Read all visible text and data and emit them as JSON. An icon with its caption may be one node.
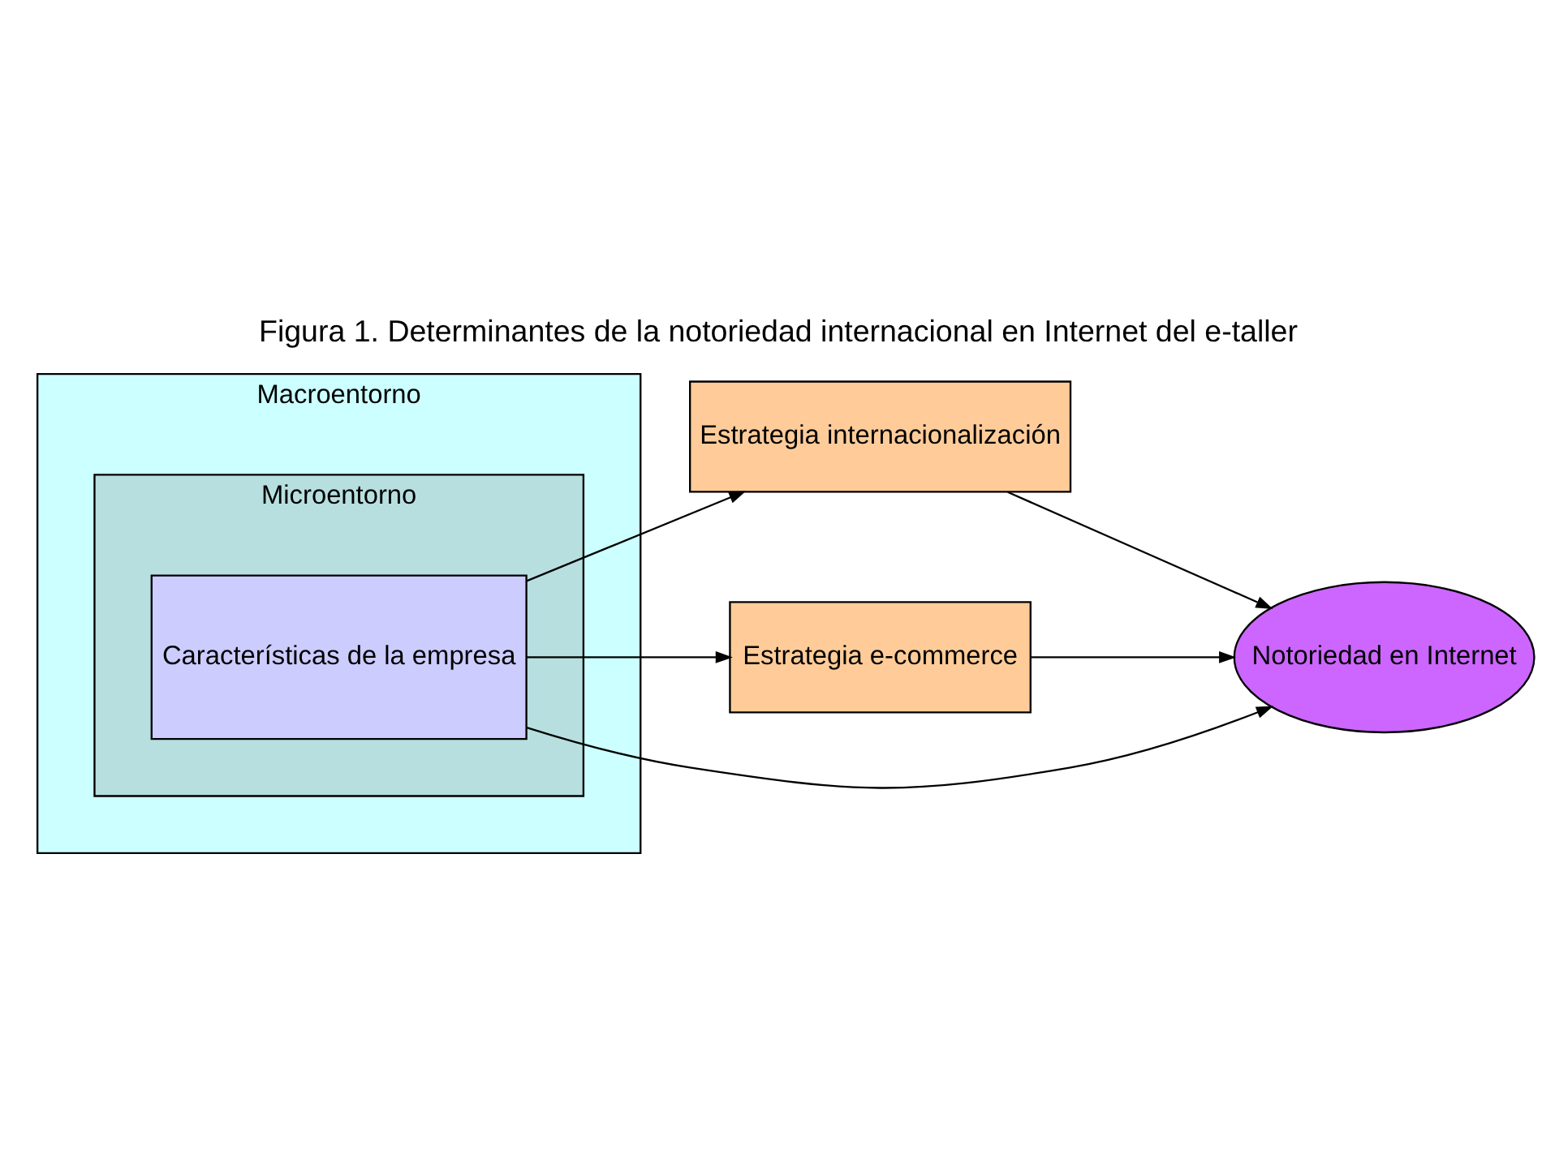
{
  "diagram": {
    "title": "Figura 1. Determinantes de la notoriedad internacional en Internet del e-taller",
    "nodes": [
      {
        "text": [
          "Macroentorno"
        ]
      },
      {
        "text": [
          "Microentorno"
        ],
        "in": 0
      },
      {
        "text": [
          "Características de la empresa"
        ],
        "in": 1
      },
      {
        "text": [
          "Estrategia internacionalización"
        ]
      },
      {
        "text": [
          "Estrategia e-commerce"
        ]
      },
      {
        "text": [
          "Notoriedad en Internet"
        ]
      }
    ],
    "edges": [
      {
        "from": 2,
        "to": 3,
        "arrow": "to"
      },
      {
        "from": 2,
        "to": 5,
        "arrow": "to"
      },
      {
        "from": 2,
        "to": 4,
        "arrow": "to"
      },
      {
        "from": 3,
        "to": 5,
        "arrow": "to"
      },
      {
        "from": 4,
        "to": 5,
        "arrow": "to"
      }
    ]
  }
}
